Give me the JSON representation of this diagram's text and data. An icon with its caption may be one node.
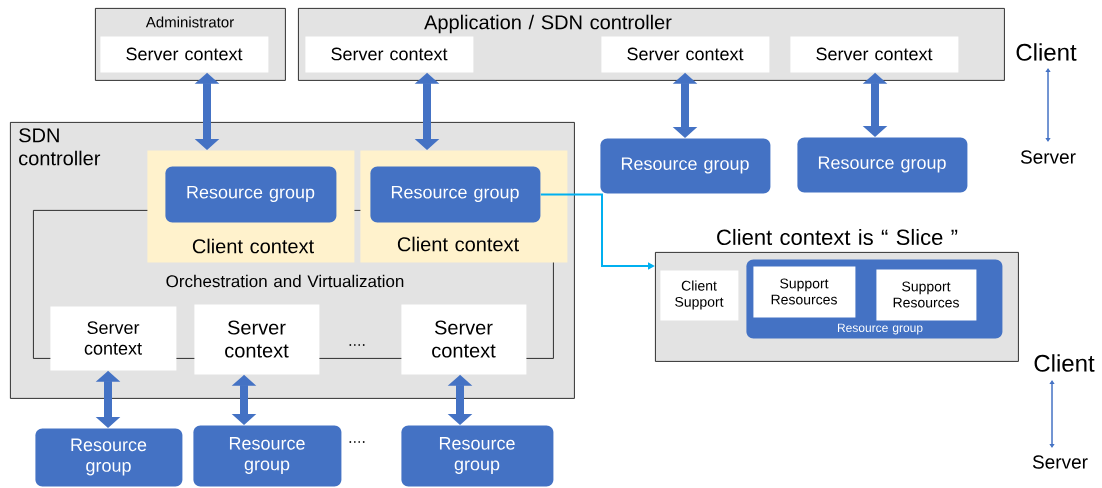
{
  "diagram": {
    "nodes": [
      {
        "text": [
          "Administrator"
        ]
      },
      {
        "text": [
          "Server context"
        ],
        "in": 0
      },
      {
        "text": [
          "Application / SDN controller"
        ]
      },
      {
        "text": [
          "Server context"
        ],
        "in": 2
      },
      {
        "text": [
          "Server context"
        ],
        "in": 2
      },
      {
        "text": [
          "Server context"
        ],
        "in": 2
      },
      {
        "text": [
          "Resource group"
        ]
      },
      {
        "text": [
          "Resource group"
        ]
      },
      {
        "text": [
          "SDN controller"
        ]
      },
      {
        "text": [
          "Orchestration and Virtualization"
        ],
        "in": 8
      },
      {
        "text": [
          "Client context"
        ],
        "in": 8
      },
      {
        "text": [
          "Resource group"
        ],
        "in": 10
      },
      {
        "text": [
          "Client context"
        ],
        "in": 8
      },
      {
        "text": [
          "Resource group"
        ],
        "in": 12
      },
      {
        "text": [
          "Server context"
        ],
        "in": 8
      },
      {
        "text": [
          "Server context"
        ],
        "in": 8
      },
      {
        "text": [
          "Server context"
        ],
        "in": 8
      },
      {
        "text": [
          "Resource group"
        ]
      },
      {
        "text": [
          "Resource group"
        ]
      },
      {
        "text": [
          "Resource group"
        ]
      },
      {
        "text": [
          "Client context is “ Slice ”"
        ]
      },
      {
        "text": [
          "Client Support"
        ],
        "in": 20
      },
      {
        "text": [
          "Resource group"
        ],
        "in": 20
      },
      {
        "text": [
          "Support Resources"
        ],
        "in": 22
      },
      {
        "text": [
          "Support Resources"
        ],
        "in": 22
      }
    ],
    "edges": [
      {
        "from": 1,
        "to": 10,
        "arrow": "both"
      },
      {
        "from": 3,
        "to": 12,
        "arrow": "both"
      },
      {
        "from": 4,
        "to": 6,
        "arrow": "both"
      },
      {
        "from": 5,
        "to": 7,
        "arrow": "both"
      },
      {
        "from": 14,
        "to": 17,
        "arrow": "both"
      },
      {
        "from": 15,
        "to": 18,
        "arrow": "both"
      },
      {
        "from": 16,
        "to": 19,
        "arrow": "both"
      },
      {
        "from": 13,
        "to": 20,
        "arrow": "to",
        "color": "#00b0f0"
      }
    ],
    "labels": [
      "Client",
      "Server",
      "....",
      "Client",
      "....",
      "Server"
    ]
  }
}
